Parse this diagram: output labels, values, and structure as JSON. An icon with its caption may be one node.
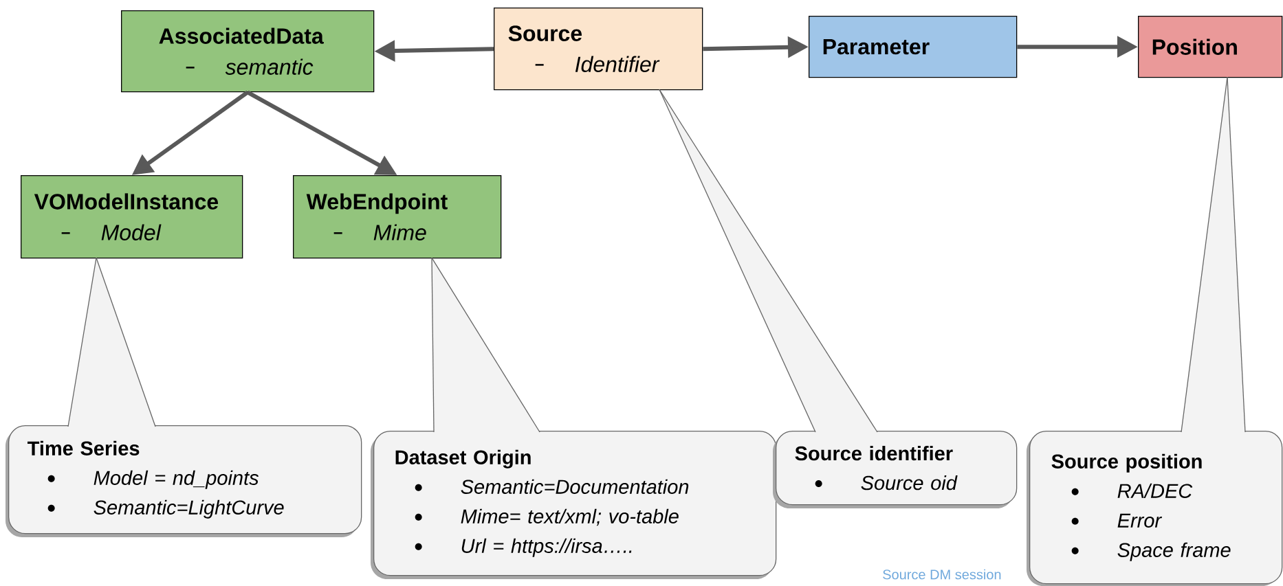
{
  "diagram": {
    "nodes": [
      {
        "text": [
          "AssociatedData",
          "semantic"
        ]
      },
      {
        "text": [
          "Source",
          "Identifier"
        ]
      },
      {
        "text": [
          "Parameter"
        ]
      },
      {
        "text": [
          "Position"
        ]
      },
      {
        "text": [
          "VOModelInstance",
          "Model"
        ]
      },
      {
        "text": [
          "WebEndpoint",
          "Mime"
        ]
      },
      {
        "text": [
          "Time Series",
          "Model = nd_points",
          "Semantic=LightCurve"
        ]
      },
      {
        "text": [
          "Dataset Origin",
          "Semantic=Documentation",
          "Mime= text/xml; vo-table",
          "Url = https://irsa….."
        ]
      },
      {
        "text": [
          "Source identifier",
          "Source oid"
        ]
      },
      {
        "text": [
          "Source position",
          "RA/DEC",
          "Error",
          "Space frame"
        ]
      }
    ],
    "edges": [
      {
        "from": 1,
        "to": 0,
        "arrow": "to"
      },
      {
        "from": 1,
        "to": 2,
        "arrow": "to"
      },
      {
        "from": 2,
        "to": 3,
        "arrow": "to"
      },
      {
        "from": 0,
        "to": 4,
        "arrow": "to"
      },
      {
        "from": 0,
        "to": 5,
        "arrow": "to"
      },
      {
        "from": 6,
        "to": 4,
        "arrow": "none"
      },
      {
        "from": 7,
        "to": 5,
        "arrow": "none"
      },
      {
        "from": 8,
        "to": 1,
        "arrow": "none"
      },
      {
        "from": 9,
        "to": 3,
        "arrow": "none"
      }
    ],
    "labels": [
      "Source DM session"
    ]
  }
}
